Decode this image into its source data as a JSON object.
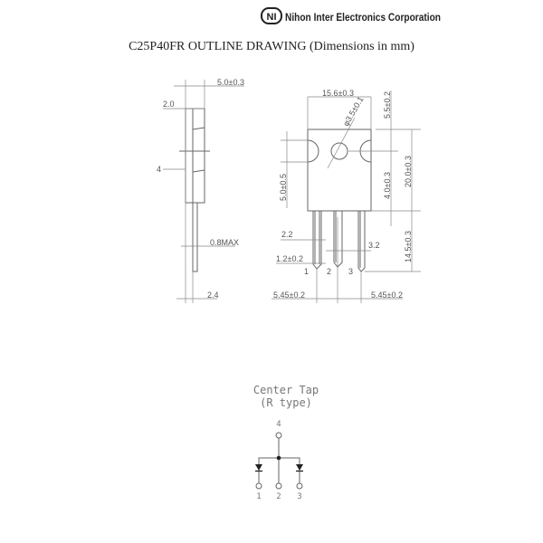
{
  "header": {
    "company": "Nihon Inter Electronics Corporation",
    "logo_text": "NI"
  },
  "title": "C25P40FR OUTLINE DRAWING (Dimensions in mm)",
  "side_view": {
    "dims": {
      "thickness": "5.0±0.3",
      "tab": "2.0",
      "ref": "4",
      "lead_thickness": "0.8MAX",
      "lead_offset": "2.4"
    }
  },
  "front_view": {
    "dims": {
      "width": "15.6±0.3",
      "hole": "φ3.5±0.1",
      "top": "5.5±0.2",
      "body_height": "20.0±0.3",
      "hole_to_bottom": "4.0±0.3",
      "lead_length": "14.5±0.3",
      "notch": "5.0±0.5",
      "lead_base": "2.2",
      "lead_width_mid": "3.2",
      "lead_width": "1.2±0.2",
      "pitch_left": "5.45±0.2",
      "pitch_right": "5.45±0.2"
    },
    "pins": [
      "1",
      "2",
      "3"
    ]
  },
  "schematic": {
    "title": "Center Tap",
    "subtitle": "(R type)",
    "top_pin": "4",
    "pins": [
      "1",
      "2",
      "3"
    ]
  }
}
